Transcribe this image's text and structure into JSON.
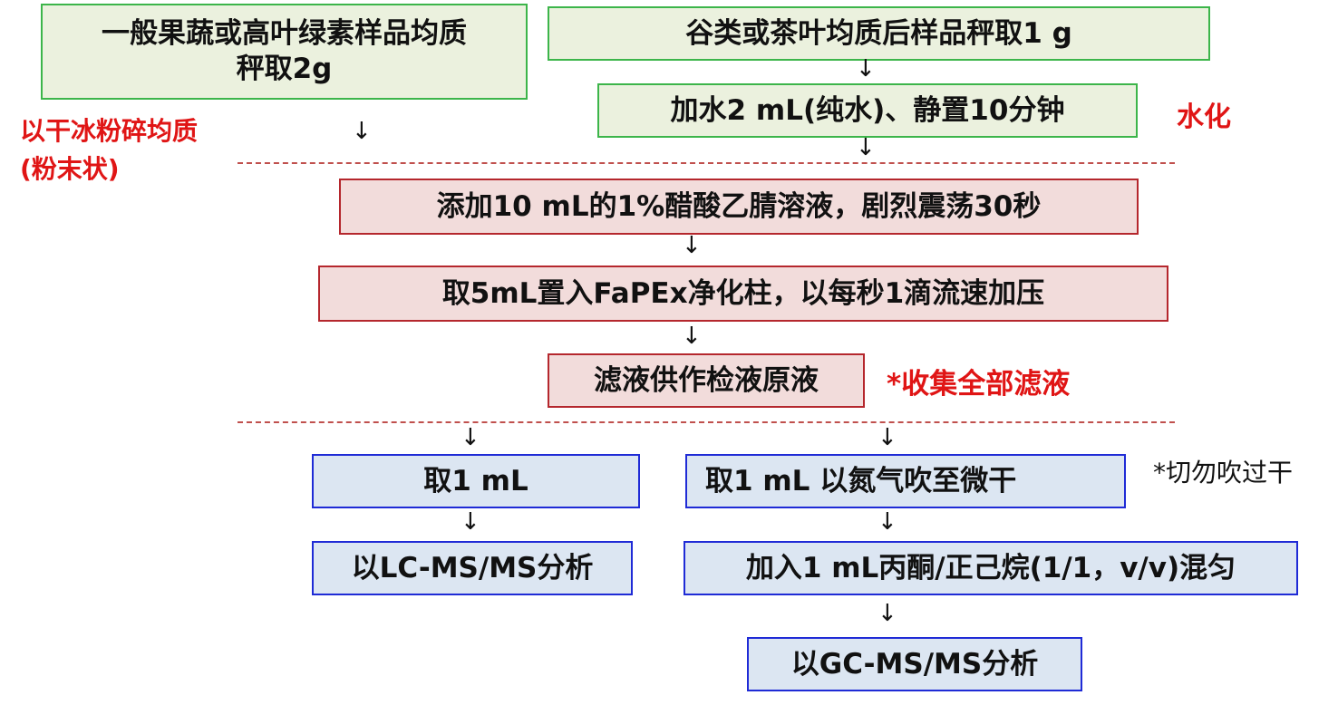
{
  "boxes": {
    "general_sample": "一般果蔬或高叶绿素样品均质\n秤取2g",
    "grain_tea_sample": "谷类或茶叶均质后样品秤取1 g",
    "add_water": "加水2 mL(纯水)、静置10分钟",
    "add_acetonitrile": "添加10 mL的1%醋酸乙腈溶液，剧烈震荡30秒",
    "cleanup_column": "取5mL置入FaPEx净化柱，以每秒1滴流速加压",
    "filtrate": "滤液供作检液原液",
    "take_1ml_left": "取1 mL",
    "lcms_analysis": "以LC-MS/MS分析",
    "take_1ml_nitrogen": "取1 mL 以氮气吹至微干",
    "add_acetone_hexane": "加入1 mL丙酮/正己烷(1/1，v/v)混匀",
    "gcms_analysis": "以GC-MS/MS分析"
  },
  "notes": {
    "dry_ice": "以干冰粉碎均质\n(粉末状)",
    "hydration": "水化",
    "collect_all": "*收集全部滤液",
    "do_not_overdry": "*切勿吹过干"
  },
  "arrow_glyph": "↓",
  "colors": {
    "green_fill": "#ebf1de",
    "green_border": "#3cb54a",
    "red_fill": "#f2dcdb",
    "red_border": "#b5272d",
    "blue_fill": "#dce6f2",
    "blue_border": "#1f2bd6",
    "note_red": "#e01515",
    "dashed_line": "#c0504d"
  }
}
